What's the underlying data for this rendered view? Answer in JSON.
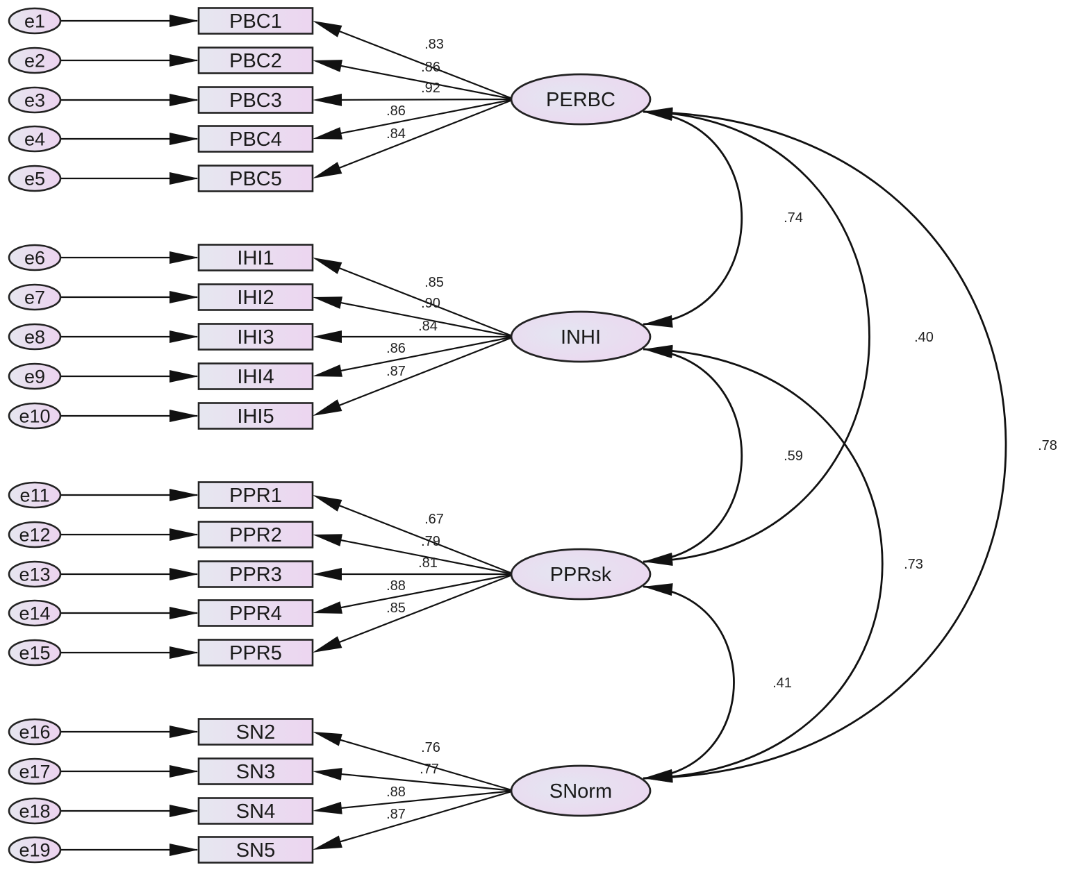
{
  "diagram": {
    "groups": [
      {
        "latent": "PERBC",
        "indicators": [
          {
            "label": "PBC1",
            "error": "e1",
            "loading": ".83"
          },
          {
            "label": "PBC2",
            "error": "e2",
            "loading": ".86"
          },
          {
            "label": "PBC3",
            "error": "e3",
            "loading": ".92"
          },
          {
            "label": "PBC4",
            "error": "e4",
            "loading": ".86"
          },
          {
            "label": "PBC5",
            "error": "e5",
            "loading": ".84"
          }
        ]
      },
      {
        "latent": "INHI",
        "indicators": [
          {
            "label": "IHI1",
            "error": "e6",
            "loading": ".85"
          },
          {
            "label": "IHI2",
            "error": "e7",
            "loading": ".90"
          },
          {
            "label": "IHI3",
            "error": "e8",
            "loading": ".84"
          },
          {
            "label": "IHI4",
            "error": "e9",
            "loading": ".86"
          },
          {
            "label": "IHI5",
            "error": "e10",
            "loading": ".87"
          }
        ]
      },
      {
        "latent": "PPRsk",
        "indicators": [
          {
            "label": "PPR1",
            "error": "e11",
            "loading": ".67"
          },
          {
            "label": "PPR2",
            "error": "e12",
            "loading": ".79"
          },
          {
            "label": "PPR3",
            "error": "e13",
            "loading": ".81"
          },
          {
            "label": "PPR4",
            "error": "e14",
            "loading": ".88"
          },
          {
            "label": "PPR5",
            "error": "e15",
            "loading": ".85"
          }
        ]
      },
      {
        "latent": "SNorm",
        "indicators": [
          {
            "label": "SN2",
            "error": "e16",
            "loading": ".76"
          },
          {
            "label": "SN3",
            "error": "e17",
            "loading": ".77"
          },
          {
            "label": "SN4",
            "error": "e18",
            "loading": ".88"
          },
          {
            "label": "SN5",
            "error": "e19",
            "loading": ".87"
          }
        ]
      }
    ],
    "correlations": [
      {
        "from": "PERBC",
        "to": "INHI",
        "value": ".74"
      },
      {
        "from": "PERBC",
        "to": "PPRsk",
        "value": ".40"
      },
      {
        "from": "PERBC",
        "to": "SNorm",
        "value": ".78"
      },
      {
        "from": "INHI",
        "to": "PPRsk",
        "value": ".59"
      },
      {
        "from": "INHI",
        "to": "SNorm",
        "value": ".73"
      },
      {
        "from": "PPRsk",
        "to": "SNorm",
        "value": ".41"
      }
    ]
  },
  "colors": {
    "node_fill_light": "#e6e6f2",
    "node_fill_pink": "#ecd6f2",
    "stroke": "#111111"
  }
}
